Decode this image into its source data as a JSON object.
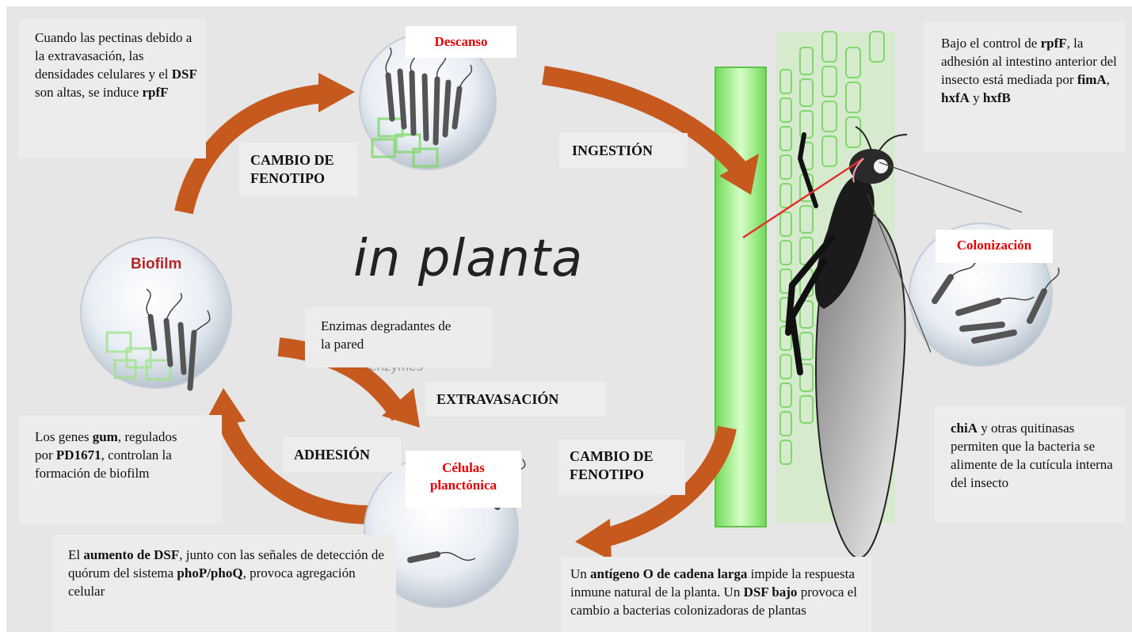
{
  "center_title": "in planta",
  "states": {
    "descanso": "Descanso",
    "biofilm": "Biofilm",
    "colonizacion": "Colonización",
    "celulas_line1": "Células",
    "celulas_line2": "planctónica"
  },
  "arrow_labels": {
    "cambio_fenotipo_top_1": "CAMBIO DE",
    "cambio_fenotipo_top_2": "FENOTIPO",
    "ingestion": "INGESTIÓN",
    "extravasacion": "EXTRAVASACIÓN",
    "adhesion": "ADHESIÓN",
    "cambio_fenotipo_bottom_1": "CAMBIO DE",
    "cambio_fenotipo_bottom_2": "FENOTIPO"
  },
  "enzymes_ghost": "enzymes",
  "notes": {
    "top_left": {
      "t1": "Cuando las pectinas debido a la extravasación, las densidades celulares y el ",
      "b1": "DSF",
      "t2": " son altas, se induce ",
      "b2": "rpfF"
    },
    "top_right": {
      "t1": "Bajo el control de ",
      "b1": "rpfF",
      "t2": ", la adhesión al intestino anterior del insecto está mediada por ",
      "b2": "fimA",
      "t3": ", ",
      "b3": "hxfA",
      "t4": " y ",
      "b4": "hxfB"
    },
    "enzimas": "Enzimas degradantes de la pared",
    "bottom_left": {
      "t1": "Los genes ",
      "b1": "gum",
      "t2": ", regulados por ",
      "b2": "PD1671",
      "t3": ", controlan la formación de biofilm"
    },
    "right": {
      "b1": "chiA",
      "t1": " y otras quitinasas permiten que la bacteria se alimente de la cutícula interna del insecto"
    },
    "bottom_center_left": {
      "t1": "El ",
      "b1": "aumento de DSF",
      "t2": ", junto con las señales de detección de quórum del sistema ",
      "b2": "phoP/phoQ",
      "t3": ", provoca agregación celular"
    },
    "bottom_right": {
      "t1": "Un ",
      "b1": "antígeno O de cadena larga",
      "t2": " impide la respuesta inmune natural de la planta. Un ",
      "b2": "DSF bajo",
      "t3": " provoca el cambio a bacterias colonizadoras de plantas"
    }
  },
  "colors": {
    "background": "#e6e6e6",
    "arrow": "#c65a1e",
    "state_title_red": "#e00000",
    "biofilm_title": "#b52525",
    "plant_green": "#8ee07a"
  },
  "icons": [
    "arrow-icon",
    "bacteria-icon",
    "insect-icon",
    "plant-stem-icon"
  ]
}
